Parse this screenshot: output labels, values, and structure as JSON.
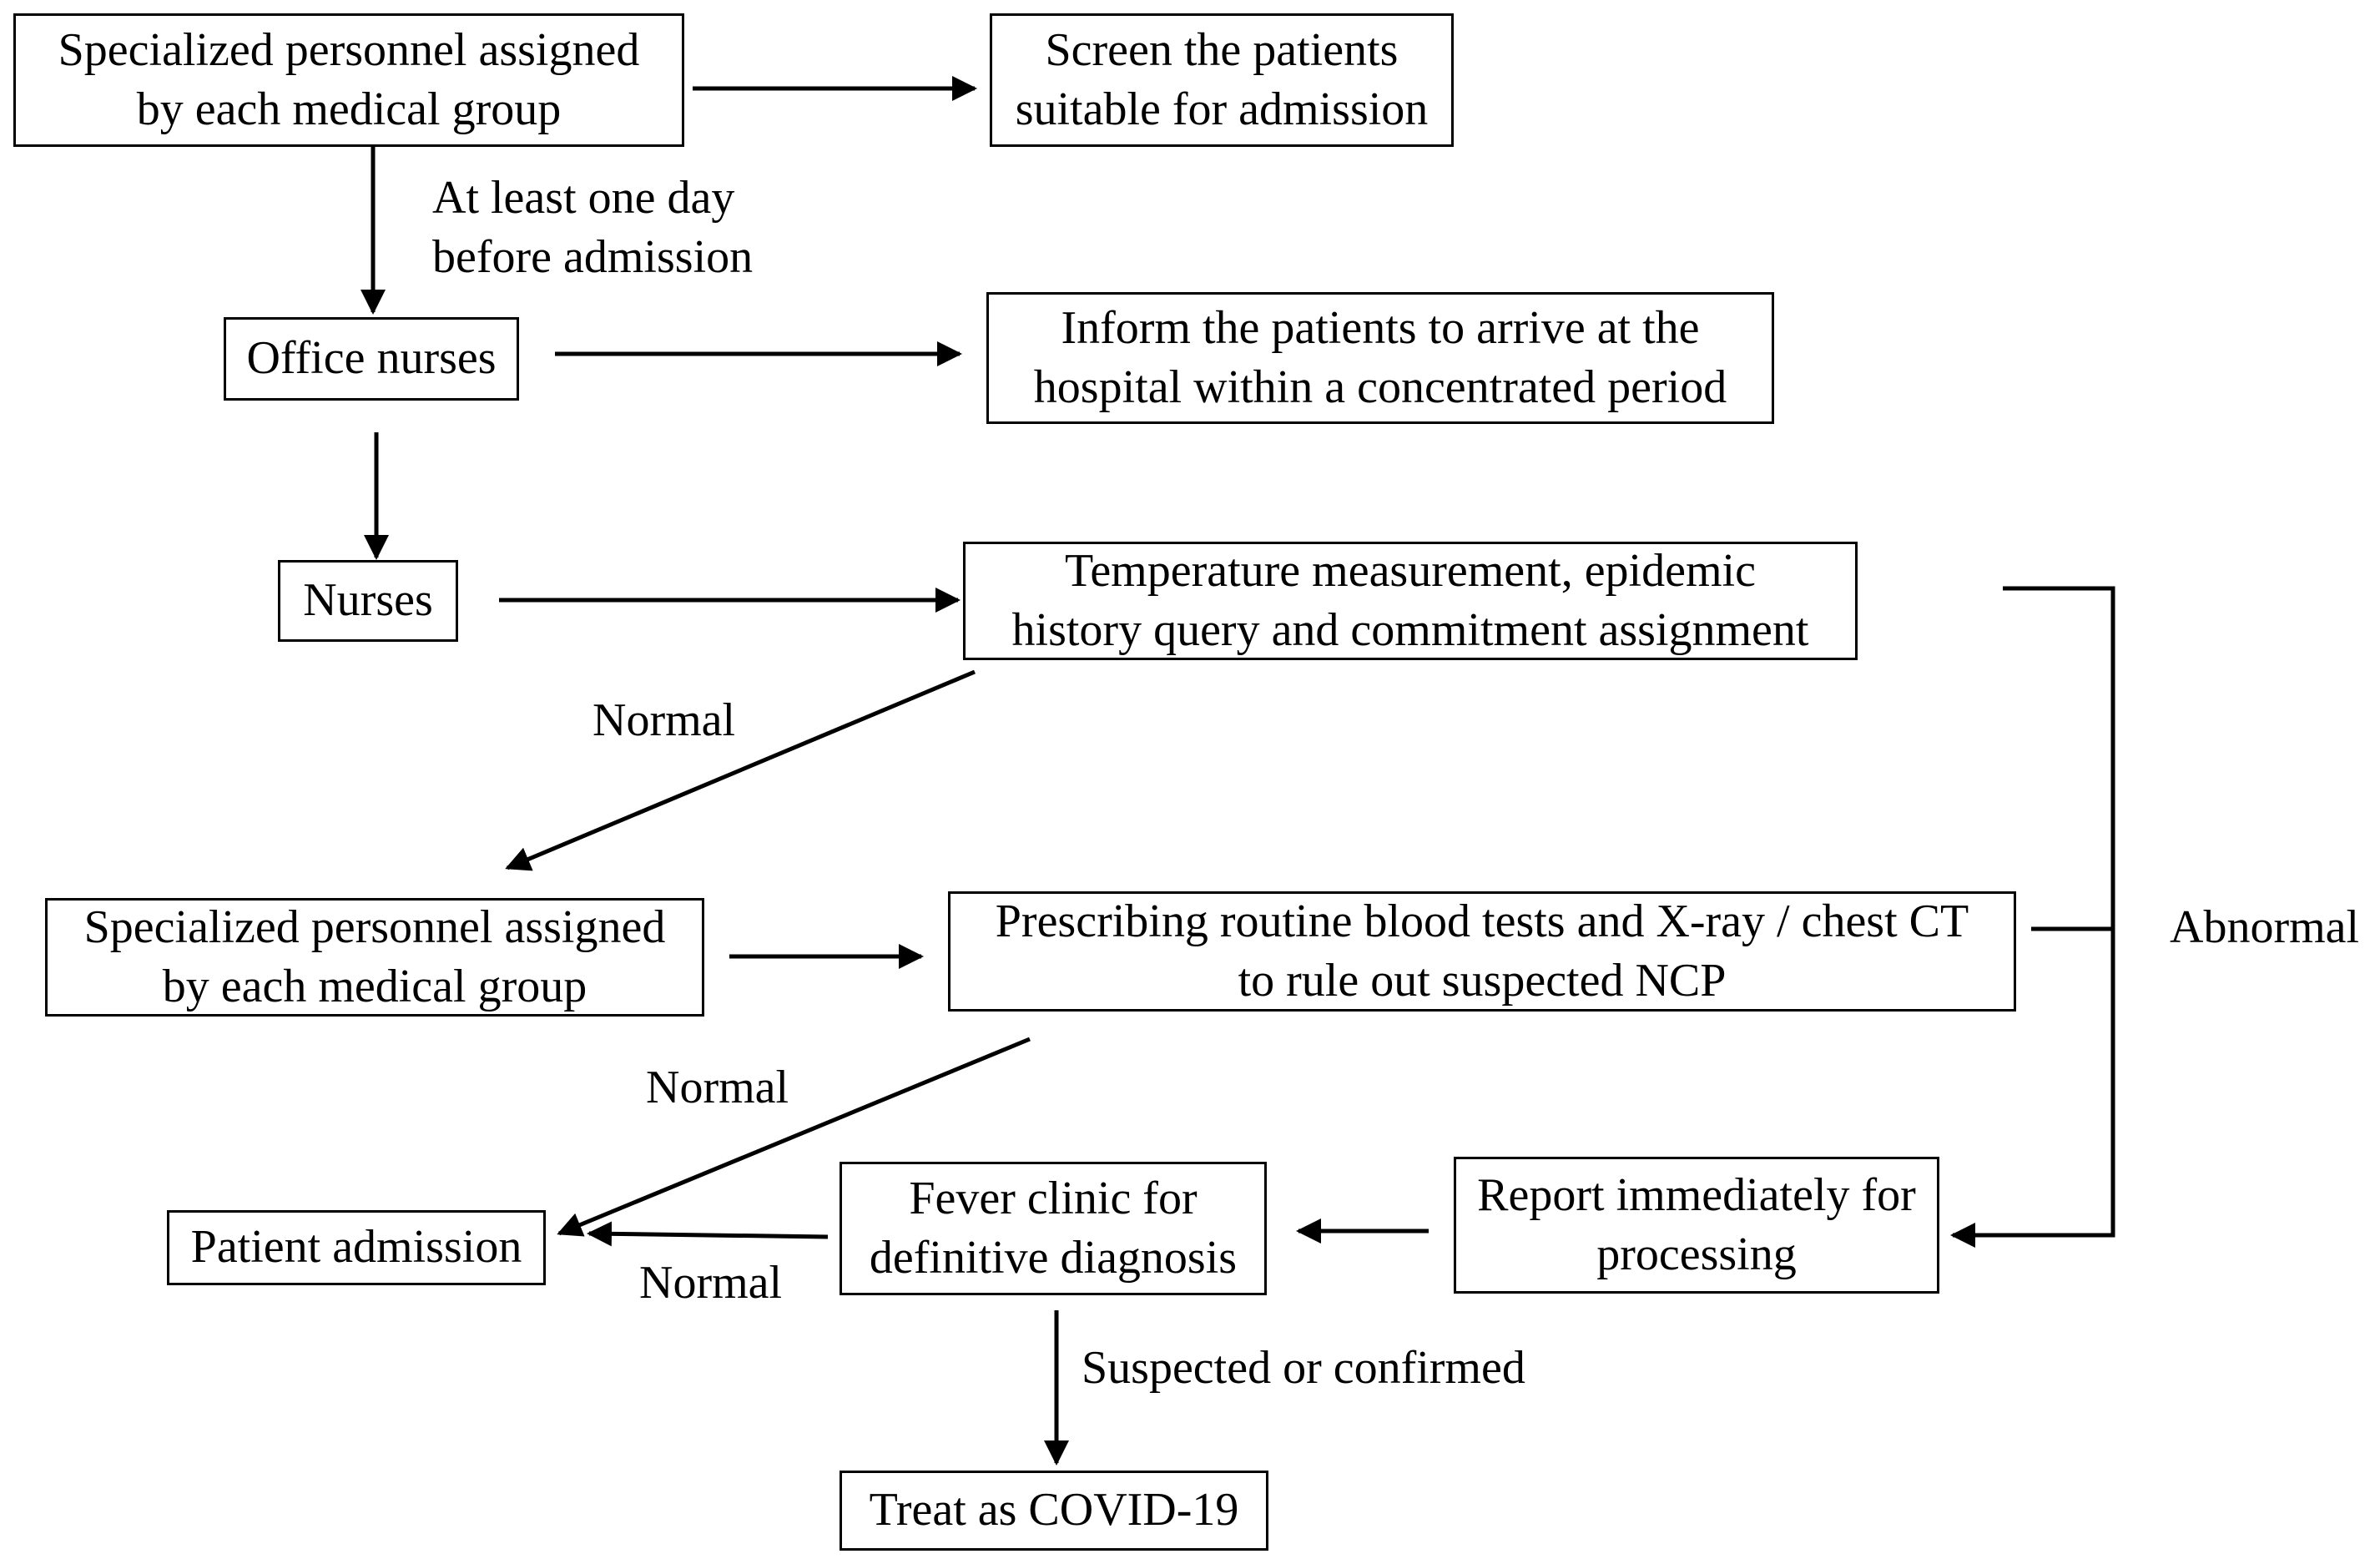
{
  "nodes": {
    "specialized_top": {
      "lines": [
        "Specialized personnel assigned",
        "by each medical group"
      ]
    },
    "screen_patients": {
      "lines": [
        "Screen the patients",
        "suitable for admission"
      ]
    },
    "office_nurses": {
      "lines": [
        "Office nurses"
      ]
    },
    "inform_patients": {
      "lines": [
        "Inform the patients to arrive at the",
        "hospital within a concentrated period"
      ]
    },
    "nurses": {
      "lines": [
        "Nurses"
      ]
    },
    "temperature": {
      "lines": [
        "Temperature measurement, epidemic",
        "history query and commitment assignment"
      ]
    },
    "specialized_mid": {
      "lines": [
        "Specialized personnel assigned",
        "by each medical group"
      ]
    },
    "prescribing": {
      "lines": [
        "Prescribing routine blood tests and X-ray / chest CT",
        "to rule out suspected NCP"
      ]
    },
    "patient_admission": {
      "lines": [
        "Patient admission"
      ]
    },
    "fever_clinic": {
      "lines": [
        "Fever clinic for",
        "definitive diagnosis"
      ]
    },
    "report": {
      "lines": [
        "Report immediately for",
        "processing"
      ]
    },
    "treat": {
      "lines": [
        "Treat as COVID-19"
      ]
    }
  },
  "edge_labels": {
    "before_admission": [
      "At least one day",
      "before admission"
    ],
    "normal_1": "Normal",
    "normal_2": "Normal",
    "normal_3": "Normal",
    "abnormal": "Abnormal",
    "suspected": "Suspected or confirmed"
  },
  "colors": {
    "line": "#000000",
    "box_border": "#000000",
    "background": "#ffffff"
  }
}
